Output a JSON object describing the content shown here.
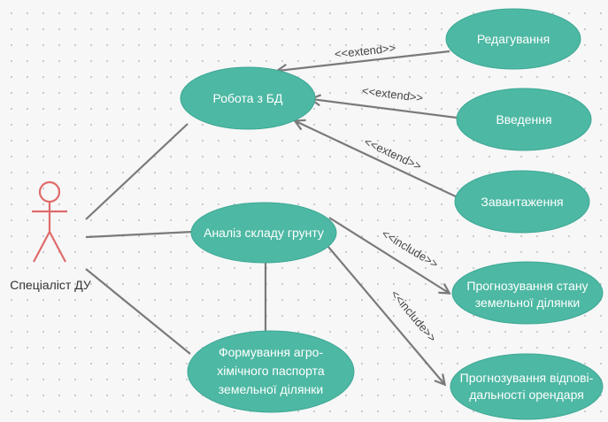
{
  "actor": {
    "label": "Спеціаліст ДУ"
  },
  "use_cases": {
    "robota_bd": {
      "label": "Робота з БД"
    },
    "redahuvannia": {
      "label": "Редагування"
    },
    "vvedennia": {
      "label": "Введення"
    },
    "zavantazhennia": {
      "label": "Завантаження"
    },
    "analiz": {
      "label": "Аналіз складу грунту"
    },
    "prohnoz_stanu": {
      "lines": [
        "Прогнозування стану",
        "земельної ділянки"
      ]
    },
    "prohnoz_vidpov": {
      "lines": [
        "Прогнозування відпові-",
        "дальності орендаря"
      ]
    },
    "formuvannia": {
      "lines": [
        "Формування агро-",
        "хімічного паспорта",
        "земельної ділянки"
      ]
    }
  },
  "relations": {
    "extend_label": "<<extend>>",
    "include_label": "<<include>>"
  },
  "colors": {
    "use_case_fill": "#4db8a3",
    "actor_stroke": "#e06a6a",
    "line": "#7a7a7a"
  }
}
